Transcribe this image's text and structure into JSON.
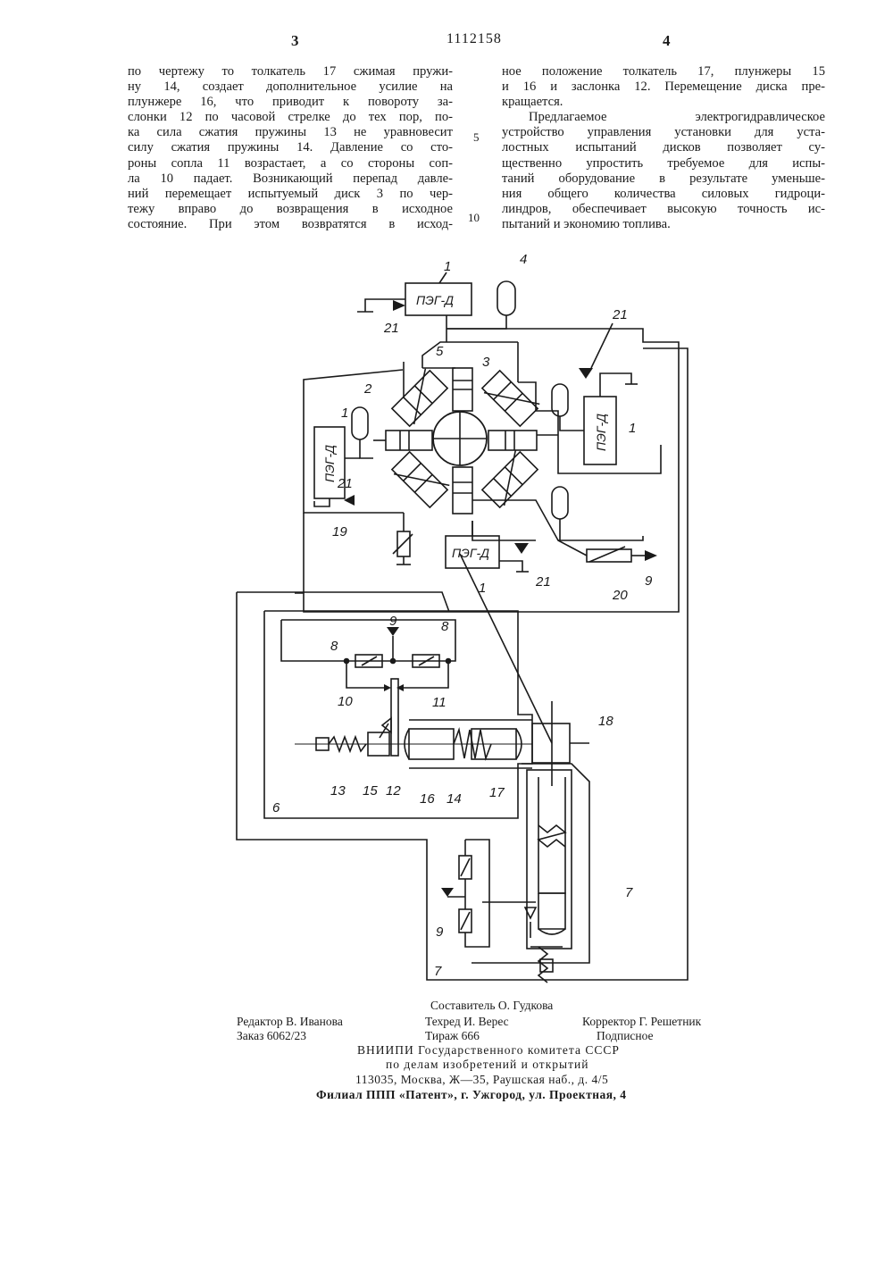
{
  "header": {
    "page_left": "3",
    "patent_number": "1112158",
    "page_right": "4"
  },
  "column_left": {
    "lines": [
      "по чертежу то толкатель 17 сжимая пружи-",
      "ну 14, создает дополнительное усилие на",
      "плунжере 16, что приводит к повороту за-",
      "слонки 12 по часовой стрелке до тех пор, по-",
      "ка сила сжатия пружины 13 не уравновесит",
      "силу сжатия пружины 14. Давление со сто-",
      "роны сопла 11 возрастает, а со стороны соп-",
      "ла 10 падает. Возникающий перепад давле-",
      "ний перемещает испытуемый диск 3 по чер-",
      "тежу вправо до возвращения в исходное",
      "состояние. При этом возвратятся в исход-"
    ]
  },
  "column_right": {
    "lines": [
      "ное положение толкатель 17, плунжеры 15",
      "и 16 и заслонка 12. Перемещение диска пре-",
      "кращается.",
      "Предлагаемое электрогидравлическое",
      "устройство управления установки для уста-",
      "лостных испытаний дисков позволяет су-",
      "щественно упростить требуемое для испы-",
      "таний оборудование в результате уменьше-",
      "ния общего количества силовых гидроци-",
      "линдров, обеспечивает высокую точность ис-",
      "пытаний и экономию топлива."
    ]
  },
  "margin_numbers": [
    "5",
    "10"
  ],
  "diagram": {
    "block_label": "ПЭГ-Д",
    "labels": {
      "n1": "1",
      "n2": "2",
      "n3": "3",
      "n4": "4",
      "n5": "5",
      "n6": "6",
      "n7": "7",
      "n8": "8",
      "n9": "9",
      "n10": "10",
      "n11": "11",
      "n12": "12",
      "n13": "13",
      "n14": "14",
      "n15": "15",
      "n16": "16",
      "n17": "17",
      "n18": "18",
      "n19": "19",
      "n20": "20",
      "n21": "21"
    }
  },
  "imprint": {
    "compiler": "Составитель О. Гудкова",
    "editor": "Редактор В. Иванова",
    "techred": "Техред И. Верес",
    "corrector": "Корректор Г. Решетник",
    "order": "Заказ 6062/23",
    "circulation": "Тираж 666",
    "subscription": "Подписное",
    "org1": "ВНИИПИ Государственного комитета СССР",
    "org2": "по делам изобретений и открытий",
    "address": "113035, Москва, Ж—35, Раушская наб., д. 4/5",
    "branch": "Филиал ППП «Патент», г. Ужгород, ул. Проектная, 4"
  }
}
